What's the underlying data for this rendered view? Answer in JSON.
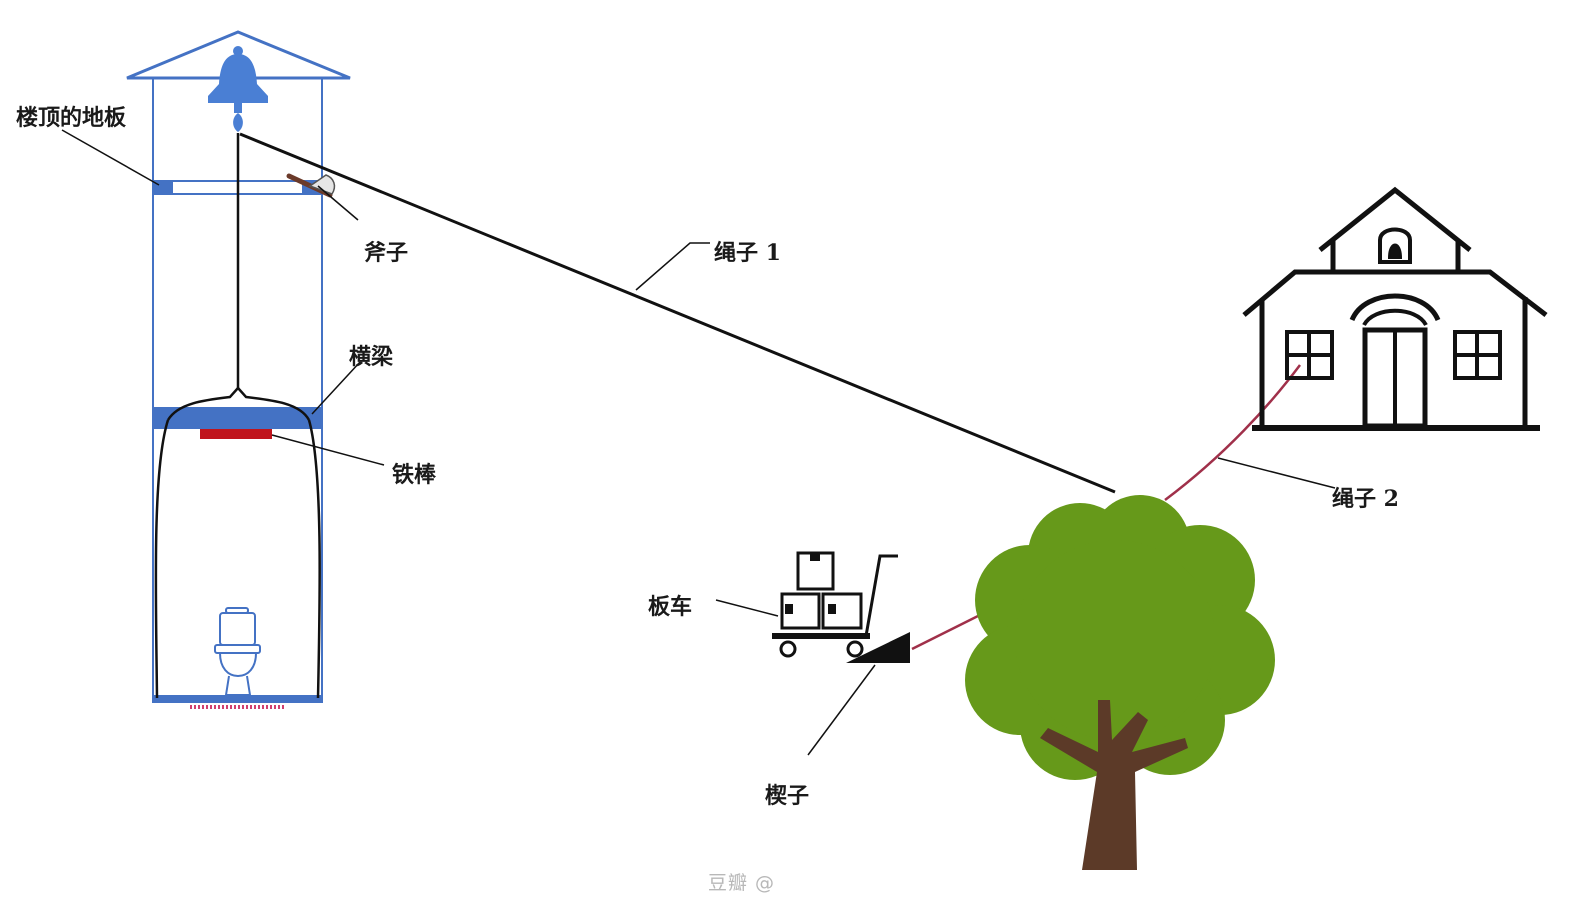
{
  "labels": {
    "roof_floor": "楼顶的地板",
    "axe": "斧子",
    "rope1": "绳子 1",
    "beam": "横梁",
    "iron_bar": "铁棒",
    "rope2": "绳子 2",
    "cart": "板车",
    "wedge": "楔子"
  },
  "watermark": "豆瓣 @",
  "colors": {
    "tower_blue": "#4472c4",
    "bell_blue": "#4a7fd4",
    "iron_red": "#c0141c",
    "rope_red": "#a0304a",
    "tree_green": "#66991a",
    "trunk_brown": "#5c3a28",
    "ink": "#111111"
  }
}
